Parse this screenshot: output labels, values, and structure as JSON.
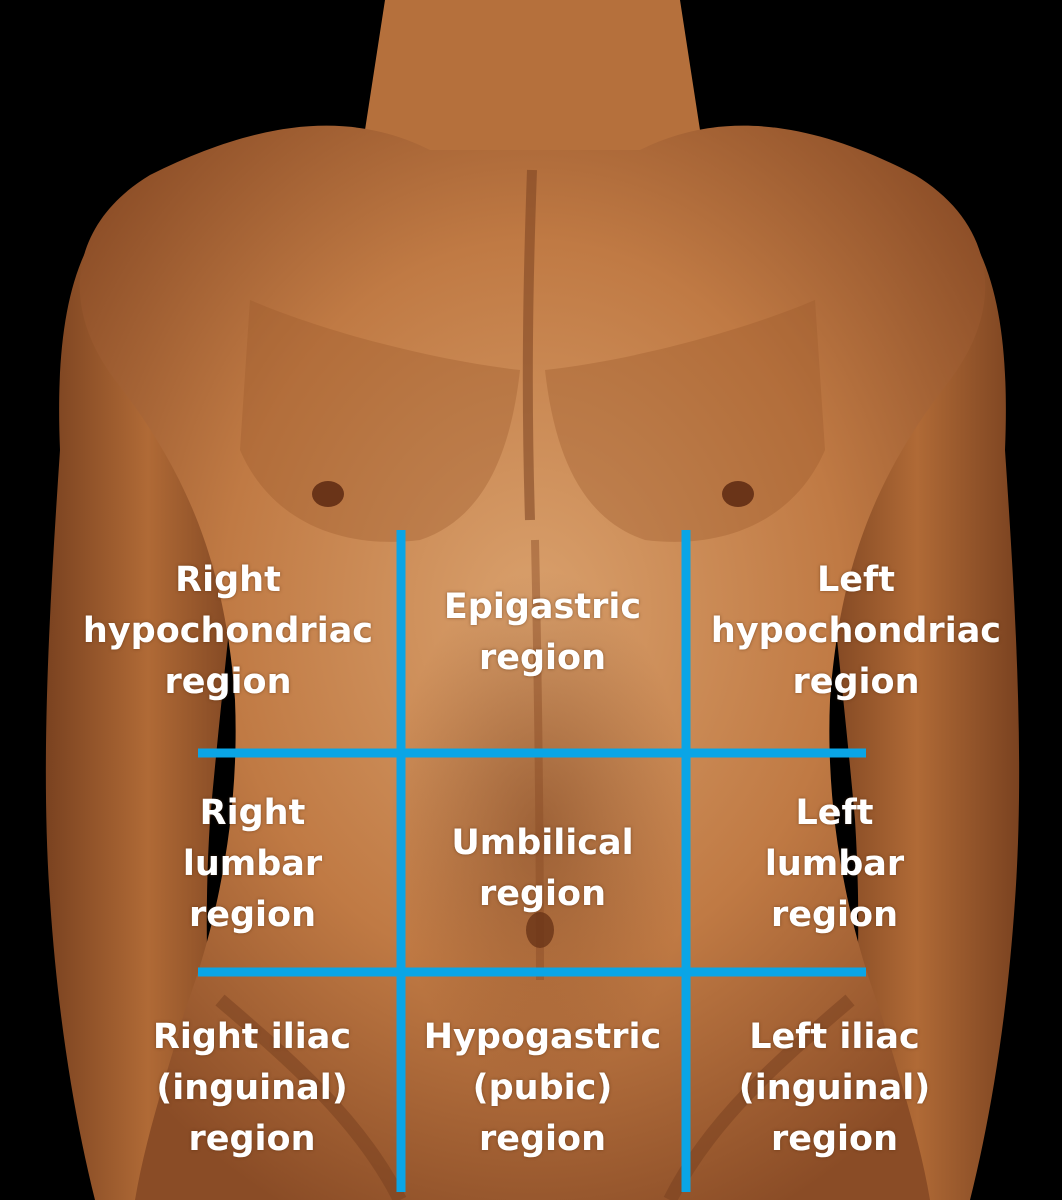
{
  "diagram": {
    "colors": {
      "background": "#000000",
      "skin_light": "#d79a66",
      "skin_mid": "#b8723e",
      "skin_dark": "#7a4220",
      "grid_line": "#0aa5e6",
      "label_text": "#ffffff"
    },
    "regions": [
      {
        "id": "right-hypochondriac",
        "lines": [
          "Right",
          "hypochondriac",
          "region"
        ]
      },
      {
        "id": "epigastric",
        "lines": [
          "Epigastric",
          "region"
        ]
      },
      {
        "id": "left-hypochondriac",
        "lines": [
          "Left",
          "hypochondriac",
          "region"
        ]
      },
      {
        "id": "right-lumbar",
        "lines": [
          "Right",
          "lumbar",
          "region"
        ]
      },
      {
        "id": "umbilical",
        "lines": [
          "Umbilical",
          "region"
        ]
      },
      {
        "id": "left-lumbar",
        "lines": [
          "Left",
          "lumbar",
          "region"
        ]
      },
      {
        "id": "right-iliac",
        "lines": [
          "Right iliac",
          "(inguinal)",
          "region"
        ]
      },
      {
        "id": "hypogastric",
        "lines": [
          "Hypogastric",
          "(pubic)",
          "region"
        ]
      },
      {
        "id": "left-iliac",
        "lines": [
          "Left iliac",
          "(inguinal)",
          "region"
        ]
      }
    ]
  }
}
